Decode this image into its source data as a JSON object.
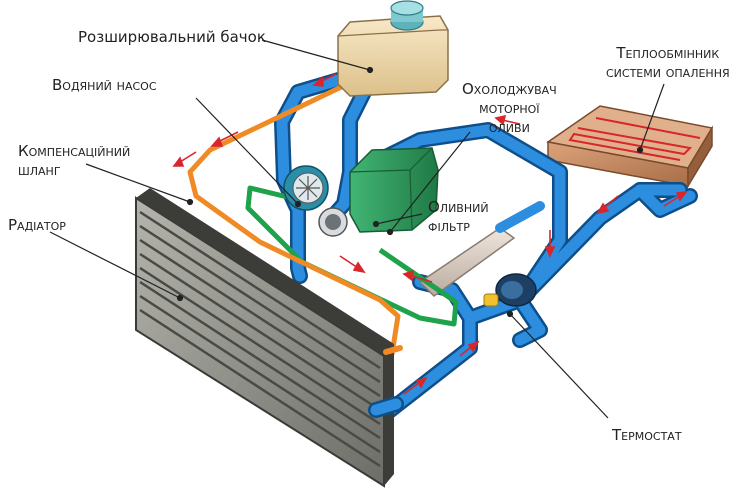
{
  "diagram": {
    "labels": {
      "expansion_tank": "Розширювальний бачок",
      "water_pump": "Водяний насос",
      "compensation_hose_l1": "Компенсаційний",
      "compensation_hose_l2": "шланг",
      "radiator": "Радіатор",
      "oil_cooler_l1": "Охолоджувач",
      "oil_cooler_l2": "моторної",
      "oil_cooler_l3": "оливи",
      "heater_core_l1": "Теплообмінник",
      "heater_core_l2": "системи опалення",
      "oil_filter_l1": "Оливний",
      "oil_filter_l2": "фільтр",
      "thermostat": "Термостат"
    },
    "colors": {
      "coolant_hose": "#1f7fd0",
      "hose_outline": "#0e4f8a",
      "compensation_hose": "#f08a24",
      "oil_line": "#1ea24a",
      "flow_arrow": "#d8262b",
      "radiator_body": "#9a9a93",
      "tank_body": "#f1dcb0",
      "tank_cap": "#7ec9cf",
      "heater_core": "#c98c62",
      "oil_filter": "#2f9a5c",
      "leader_line": "#222222"
    }
  }
}
